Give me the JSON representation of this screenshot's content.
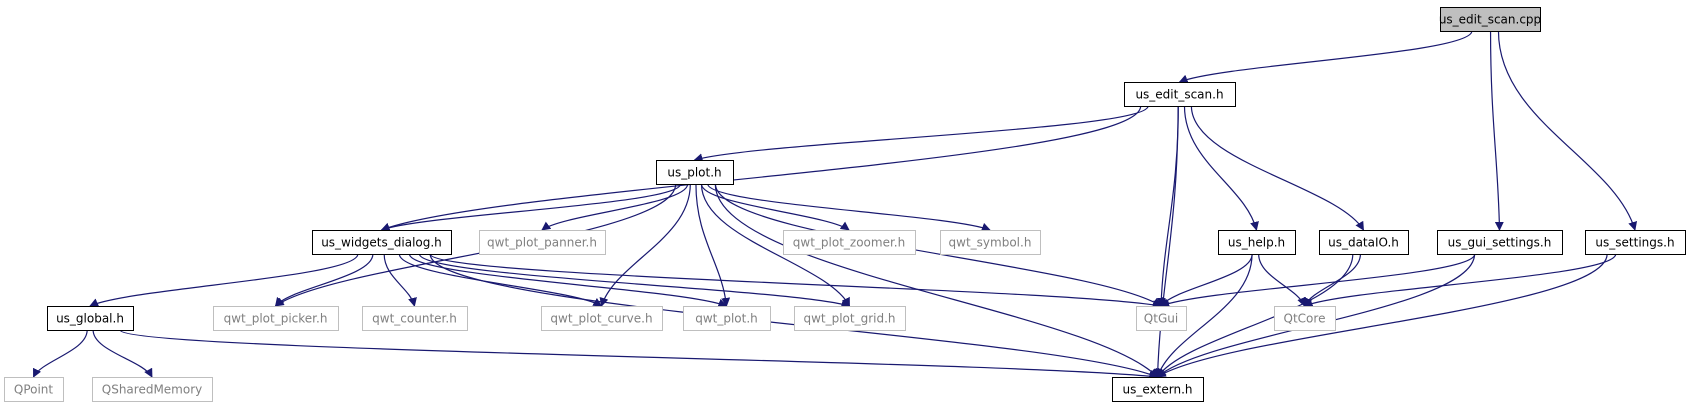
{
  "diagram": {
    "edge_color": "#191970",
    "nodes": [
      {
        "id": "us_edit_scan_cpp",
        "label": "us_edit_scan.cpp",
        "kind": "root"
      },
      {
        "id": "us_edit_scan_h",
        "label": "us_edit_scan.h",
        "kind": "project"
      },
      {
        "id": "us_plot_h",
        "label": "us_plot.h",
        "kind": "project"
      },
      {
        "id": "us_widgets_dialog_h",
        "label": "us_widgets_dialog.h",
        "kind": "project"
      },
      {
        "id": "qwt_plot_panner_h",
        "label": "qwt_plot_panner.h",
        "kind": "external"
      },
      {
        "id": "qwt_plot_zoomer_h",
        "label": "qwt_plot_zoomer.h",
        "kind": "external"
      },
      {
        "id": "qwt_symbol_h",
        "label": "qwt_symbol.h",
        "kind": "external"
      },
      {
        "id": "us_help_h",
        "label": "us_help.h",
        "kind": "project"
      },
      {
        "id": "us_dataIO_h",
        "label": "us_dataIO.h",
        "kind": "project"
      },
      {
        "id": "us_gui_settings_h",
        "label": "us_gui_settings.h",
        "kind": "project"
      },
      {
        "id": "us_settings_h",
        "label": "us_settings.h",
        "kind": "project"
      },
      {
        "id": "us_global_h",
        "label": "us_global.h",
        "kind": "project"
      },
      {
        "id": "qwt_plot_picker_h",
        "label": "qwt_plot_picker.h",
        "kind": "external"
      },
      {
        "id": "qwt_counter_h",
        "label": "qwt_counter.h",
        "kind": "external"
      },
      {
        "id": "qwt_plot_curve_h",
        "label": "qwt_plot_curve.h",
        "kind": "external"
      },
      {
        "id": "qwt_plot_h",
        "label": "qwt_plot.h",
        "kind": "external"
      },
      {
        "id": "qwt_plot_grid_h",
        "label": "qwt_plot_grid.h",
        "kind": "external"
      },
      {
        "id": "QtGui",
        "label": "QtGui",
        "kind": "external"
      },
      {
        "id": "QtCore",
        "label": "QtCore",
        "kind": "external"
      },
      {
        "id": "QPoint",
        "label": "QPoint",
        "kind": "external"
      },
      {
        "id": "QSharedMemory",
        "label": "QSharedMemory",
        "kind": "external"
      },
      {
        "id": "us_extern_h",
        "label": "us_extern.h",
        "kind": "project"
      }
    ],
    "edges": [
      {
        "from": "us_edit_scan_cpp",
        "to": "us_edit_scan_h"
      },
      {
        "from": "us_edit_scan_cpp",
        "to": "us_gui_settings_h"
      },
      {
        "from": "us_edit_scan_cpp",
        "to": "us_settings_h"
      },
      {
        "from": "us_edit_scan_h",
        "to": "us_plot_h"
      },
      {
        "from": "us_edit_scan_h",
        "to": "us_widgets_dialog_h"
      },
      {
        "from": "us_edit_scan_h",
        "to": "us_help_h"
      },
      {
        "from": "us_edit_scan_h",
        "to": "us_dataIO_h"
      },
      {
        "from": "us_edit_scan_h",
        "to": "QtGui"
      },
      {
        "from": "us_edit_scan_h",
        "to": "us_extern_h"
      },
      {
        "from": "us_plot_h",
        "to": "us_widgets_dialog_h"
      },
      {
        "from": "us_plot_h",
        "to": "qwt_plot_panner_h"
      },
      {
        "from": "us_plot_h",
        "to": "qwt_plot_zoomer_h"
      },
      {
        "from": "us_plot_h",
        "to": "qwt_symbol_h"
      },
      {
        "from": "us_plot_h",
        "to": "qwt_plot_picker_h"
      },
      {
        "from": "us_plot_h",
        "to": "qwt_plot_curve_h"
      },
      {
        "from": "us_plot_h",
        "to": "qwt_plot_h"
      },
      {
        "from": "us_plot_h",
        "to": "qwt_plot_grid_h"
      },
      {
        "from": "us_plot_h",
        "to": "QtGui"
      },
      {
        "from": "us_plot_h",
        "to": "us_extern_h"
      },
      {
        "from": "us_widgets_dialog_h",
        "to": "us_global_h"
      },
      {
        "from": "us_widgets_dialog_h",
        "to": "qwt_plot_picker_h"
      },
      {
        "from": "us_widgets_dialog_h",
        "to": "qwt_counter_h"
      },
      {
        "from": "us_widgets_dialog_h",
        "to": "qwt_plot_curve_h"
      },
      {
        "from": "us_widgets_dialog_h",
        "to": "qwt_plot_h"
      },
      {
        "from": "us_widgets_dialog_h",
        "to": "qwt_plot_grid_h"
      },
      {
        "from": "us_widgets_dialog_h",
        "to": "QtGui"
      },
      {
        "from": "us_widgets_dialog_h",
        "to": "us_extern_h"
      },
      {
        "from": "us_global_h",
        "to": "QPoint"
      },
      {
        "from": "us_global_h",
        "to": "QSharedMemory"
      },
      {
        "from": "us_global_h",
        "to": "us_extern_h"
      },
      {
        "from": "us_help_h",
        "to": "QtGui"
      },
      {
        "from": "us_help_h",
        "to": "QtCore"
      },
      {
        "from": "us_help_h",
        "to": "us_extern_h"
      },
      {
        "from": "us_dataIO_h",
        "to": "QtCore"
      },
      {
        "from": "us_dataIO_h",
        "to": "us_extern_h"
      },
      {
        "from": "us_gui_settings_h",
        "to": "QtGui"
      },
      {
        "from": "us_gui_settings_h",
        "to": "us_extern_h"
      },
      {
        "from": "us_settings_h",
        "to": "QtCore"
      },
      {
        "from": "us_settings_h",
        "to": "us_extern_h"
      }
    ]
  }
}
